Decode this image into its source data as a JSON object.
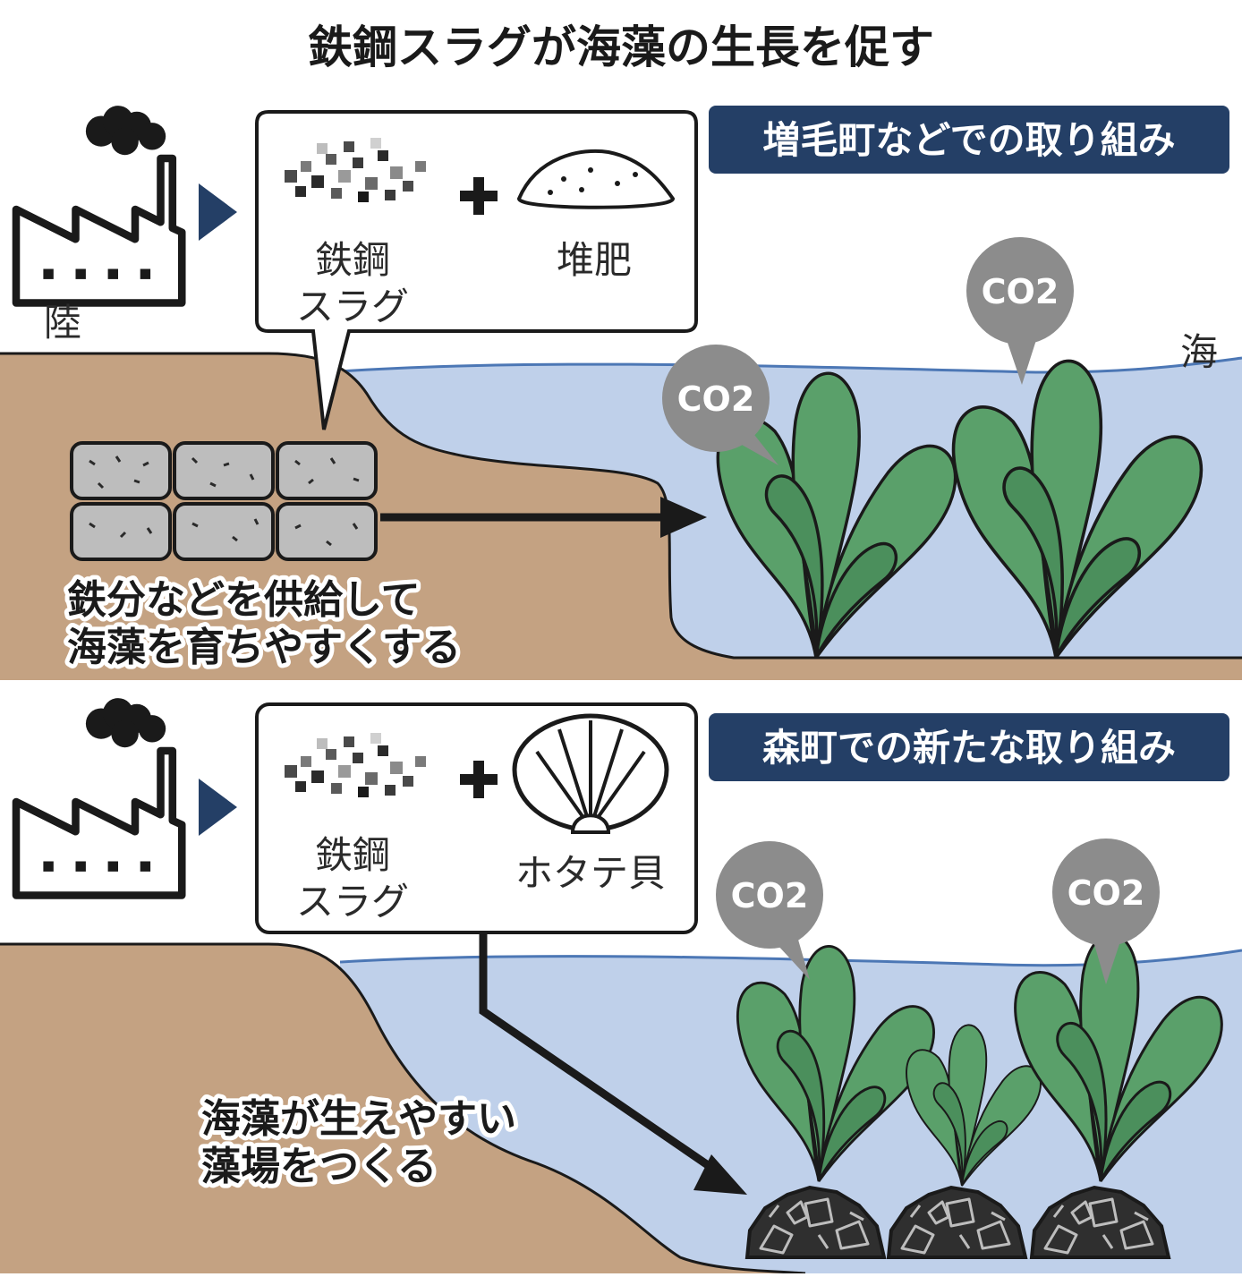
{
  "title": "鉄鋼スラグが海藻の生長を促す",
  "top_panel": {
    "badge": "増毛町などでの取り組み",
    "land_label": "陸",
    "sea_label": "海",
    "material_1": {
      "line1": "鉄鋼",
      "line2": "スラグ"
    },
    "material_2": "堆肥",
    "caption": {
      "line1": "鉄分などを供給して",
      "line2": "海藻を育ちやすくする"
    },
    "co2_labels": [
      "CO2",
      "CO2"
    ]
  },
  "bottom_panel": {
    "badge": "森町での新たな取り組み",
    "material_1": {
      "line1": "鉄鋼",
      "line2": "スラグ"
    },
    "material_2": "ホタテ貝",
    "caption": {
      "line1": "海藻が生えやすい",
      "line2": "藻場をつくる"
    },
    "co2_labels": [
      "CO2",
      "CO2"
    ]
  },
  "icons": [
    "factory-icon",
    "slag-pile-icon",
    "compost-icon",
    "scallop-icon",
    "seaweed-icon",
    "rock-icon",
    "co2-bubble-icon"
  ],
  "colors": {
    "land": "#c4a282",
    "sea": "#bfd0ea",
    "seaweed": "#5aa06a",
    "badge": "#243f66",
    "arrow_accent": "#243f66",
    "co2_bubble": "#8c8c8c",
    "rock": "#3a3a3a"
  }
}
